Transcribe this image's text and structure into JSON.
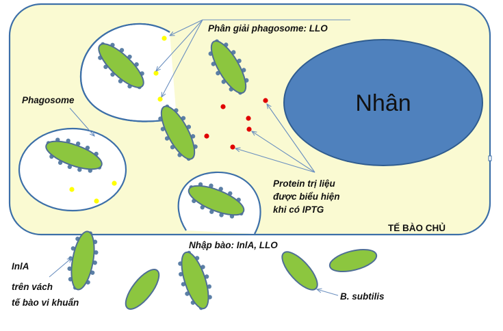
{
  "labels": {
    "nucleus": "Nhân",
    "host_cell": "TẾ BÀO CHỦ",
    "phagosome_lysis": "Phân giải phagosome: LLO",
    "phagosome": "Phagosome",
    "protein_line1": "Protein trị liệu",
    "protein_line2": "được biểu hiện",
    "protein_line3": "khi có IPTG",
    "entry": "Nhập bào: InlA, LLO",
    "inla_line1": "InlA",
    "inla_line2": "trên vách",
    "inla_line3": "tế bào vi khuẩn",
    "bsubtilis": "B. subtilis"
  },
  "colors": {
    "cell_fill": "#FAFAD2",
    "cell_stroke": "#3C6FA8",
    "nucleus_fill": "#4F81BD",
    "nucleus_stroke": "#2F5C8F",
    "bacterium_fill": "#8CC63F",
    "bacterium_stroke": "#4E6E95",
    "inla_dot": "#5B7FA6",
    "llo_dot": "#FFFF00",
    "protein_dot": "#E00000",
    "arrow": "#6A8FBF"
  }
}
